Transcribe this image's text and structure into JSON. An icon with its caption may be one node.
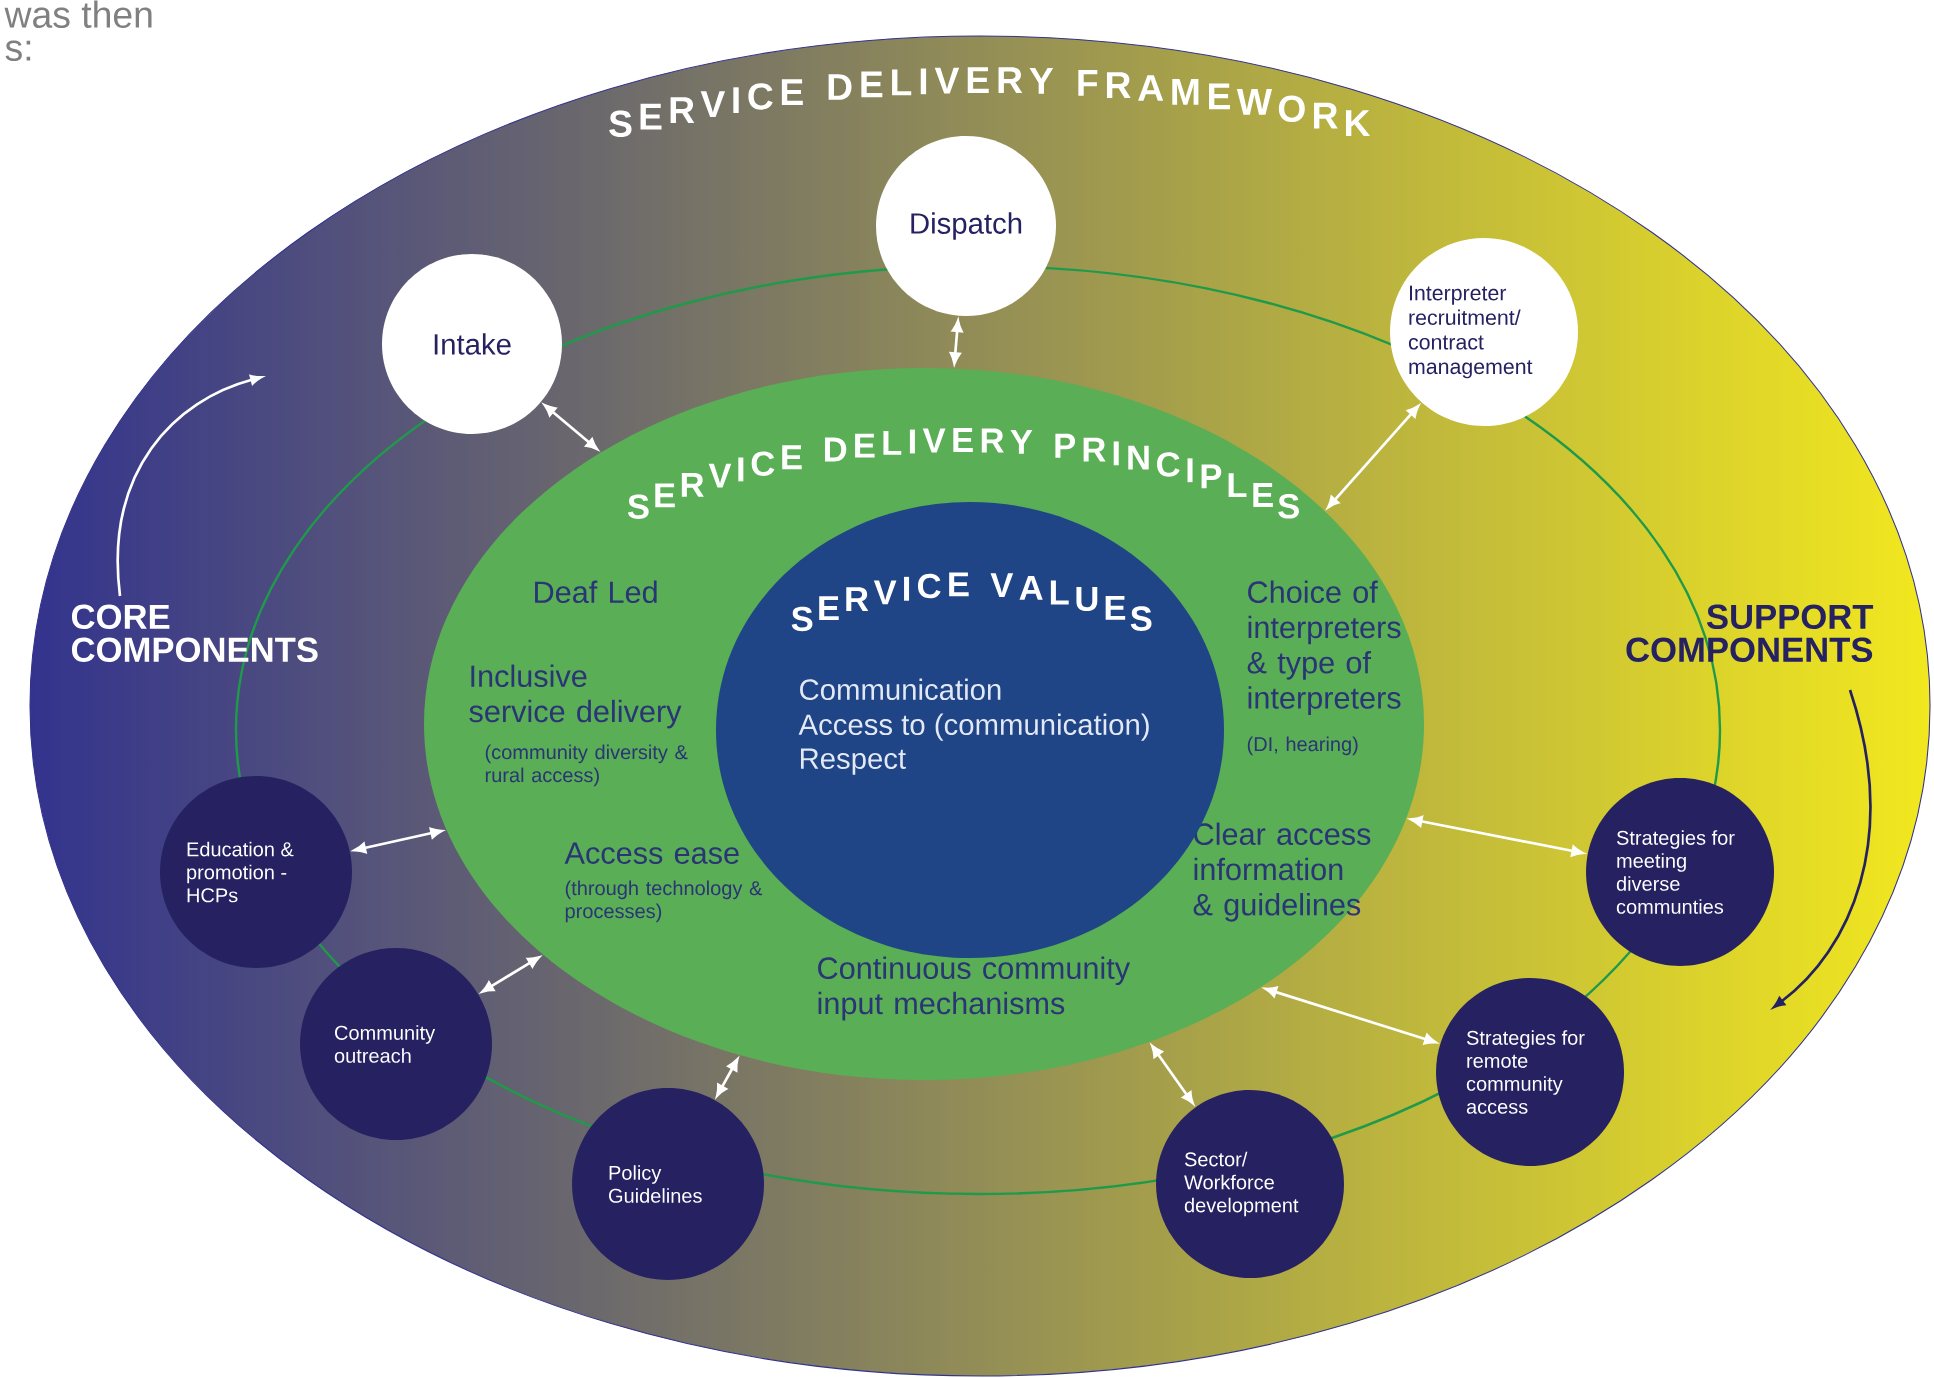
{
  "diagram": {
    "nodes": [
      {
        "text": [
          "SERVICE DELIVERY FRAMEWORK"
        ]
      },
      {
        "text": [
          "SERVICE DELIVERY PRINCIPLES",
          "Deaf Led",
          "Inclusive service delivery",
          "(community diversity & rural access)",
          "Access ease",
          "(through technology & processes)",
          "Choice of interpreters & type of interpreters",
          "(DI, hearing)",
          "Clear access information & guidelines",
          "Continuous community input mechanisms"
        ],
        "in": 0
      },
      {
        "text": [
          "SERVICE VALUES",
          "Communication",
          "Access to (communication)",
          "Respect"
        ],
        "in": 1
      },
      {
        "text": [
          "Dispatch"
        ],
        "in": 0
      },
      {
        "text": [
          "Intake"
        ],
        "in": 0
      },
      {
        "text": [
          "Interpreter recruitment/ contract management"
        ],
        "in": 0
      },
      {
        "text": [
          "Education & promotion - HCPs"
        ],
        "in": 0
      },
      {
        "text": [
          "Strategies for meeting diverse communties"
        ],
        "in": 0
      },
      {
        "text": [
          "Community outreach"
        ],
        "in": 0
      },
      {
        "text": [
          "Strategies for remote community access"
        ],
        "in": 0
      },
      {
        "text": [
          "Policy Guidelines"
        ],
        "in": 0
      },
      {
        "text": [
          "Sector/ Workforce development"
        ],
        "in": 0
      }
    ],
    "edges": [
      {
        "from": 3,
        "to": 1,
        "arrow": "both"
      },
      {
        "from": 4,
        "to": 1,
        "arrow": "both"
      },
      {
        "from": 5,
        "to": 1,
        "arrow": "both"
      },
      {
        "from": 6,
        "to": 1,
        "arrow": "both"
      },
      {
        "from": 7,
        "to": 1,
        "arrow": "both"
      },
      {
        "from": 8,
        "to": 1,
        "arrow": "both"
      },
      {
        "from": 9,
        "to": 1,
        "arrow": "both"
      },
      {
        "from": 10,
        "to": 1,
        "arrow": "both"
      },
      {
        "from": 11,
        "to": 1,
        "arrow": "both"
      }
    ],
    "labels": [
      "was then",
      "s:",
      "CORE COMPONENTS",
      "SUPPORT COMPONENTS"
    ]
  }
}
